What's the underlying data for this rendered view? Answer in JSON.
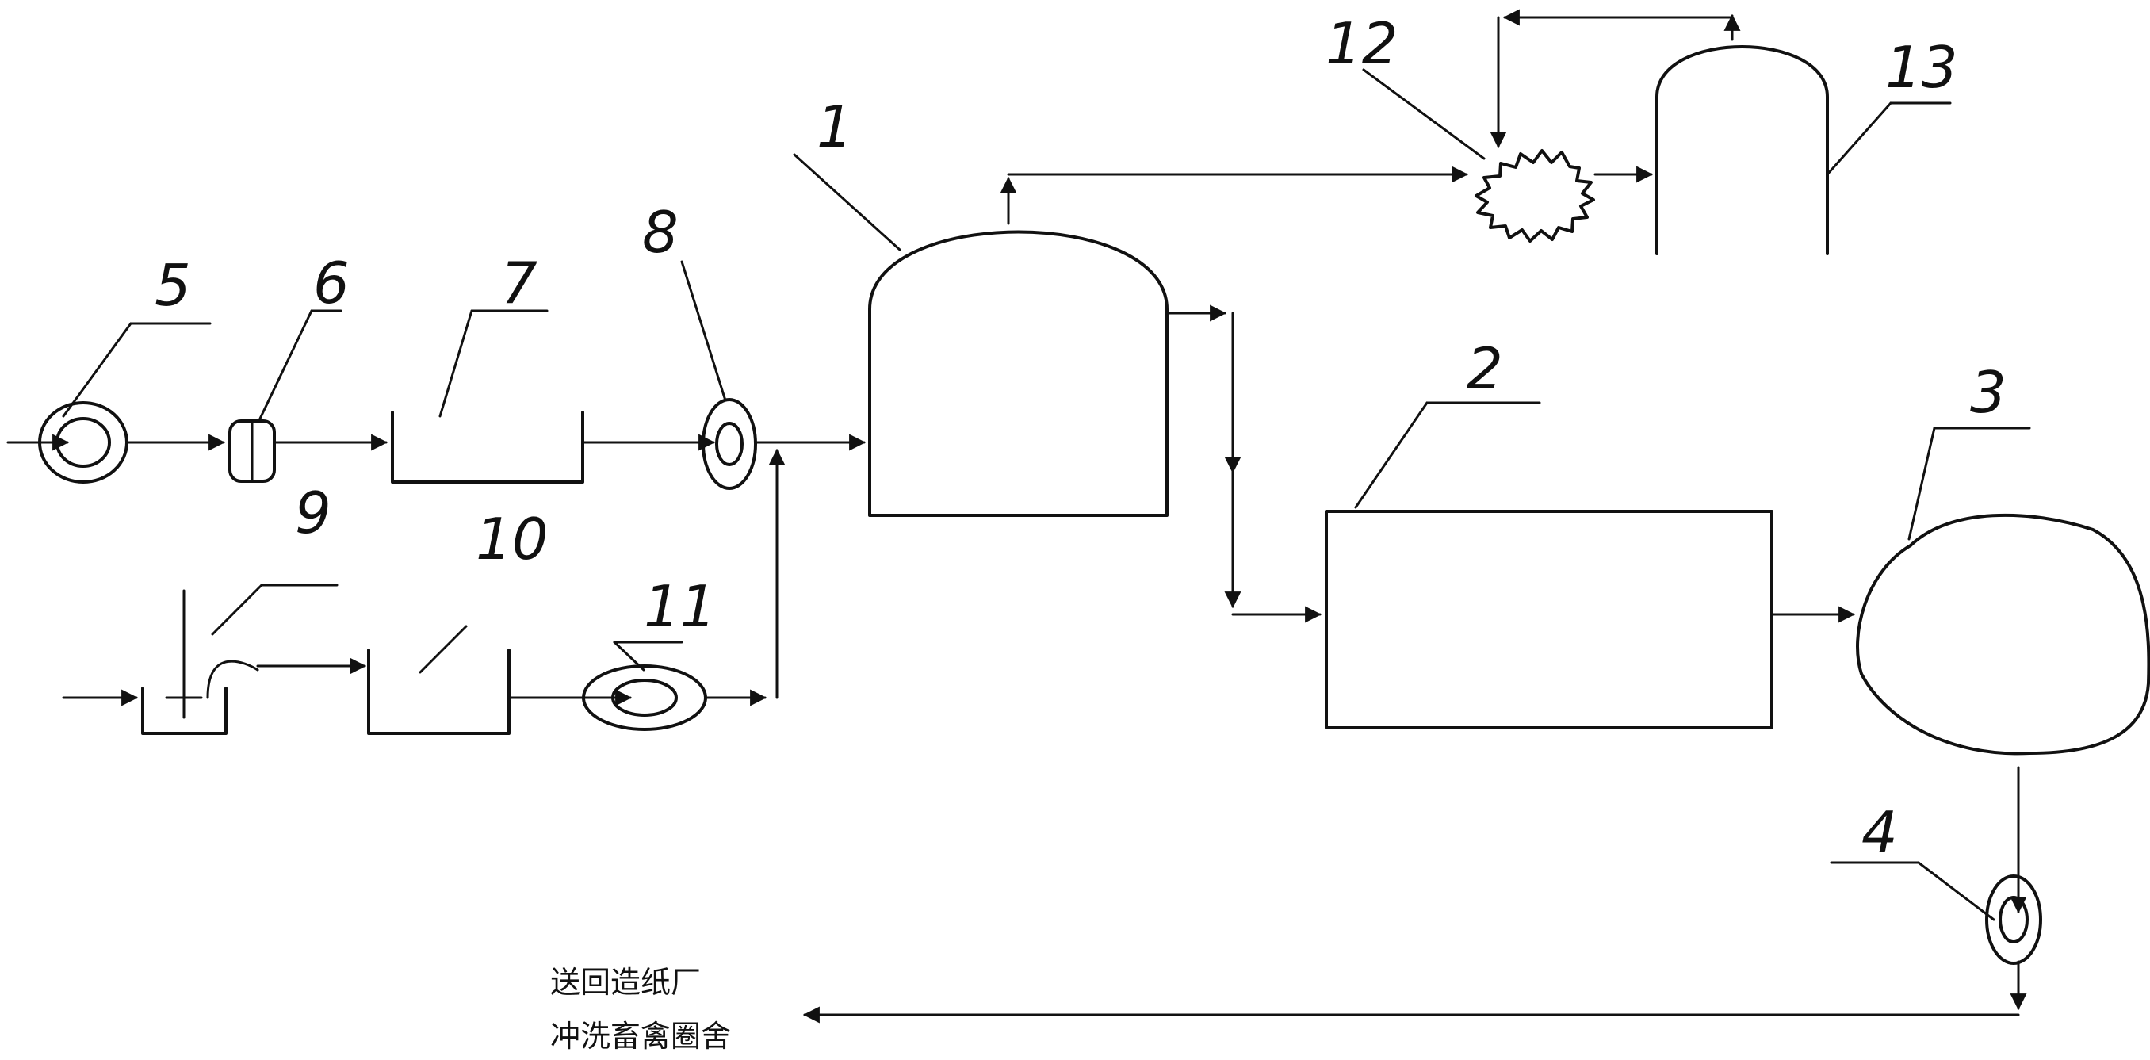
{
  "diagram": {
    "type": "process-flow",
    "labels": {
      "n1": "1",
      "n2": "2",
      "n3": "3",
      "n4": "4",
      "n5": "5",
      "n6": "6",
      "n7": "7",
      "n8": "8",
      "n9": "9",
      "n10": "10",
      "n11": "11",
      "n12": "12",
      "n13": "13"
    },
    "caption": {
      "line1": "送回造纸厂",
      "line2": "冲洗畜禽圈舍"
    }
  }
}
